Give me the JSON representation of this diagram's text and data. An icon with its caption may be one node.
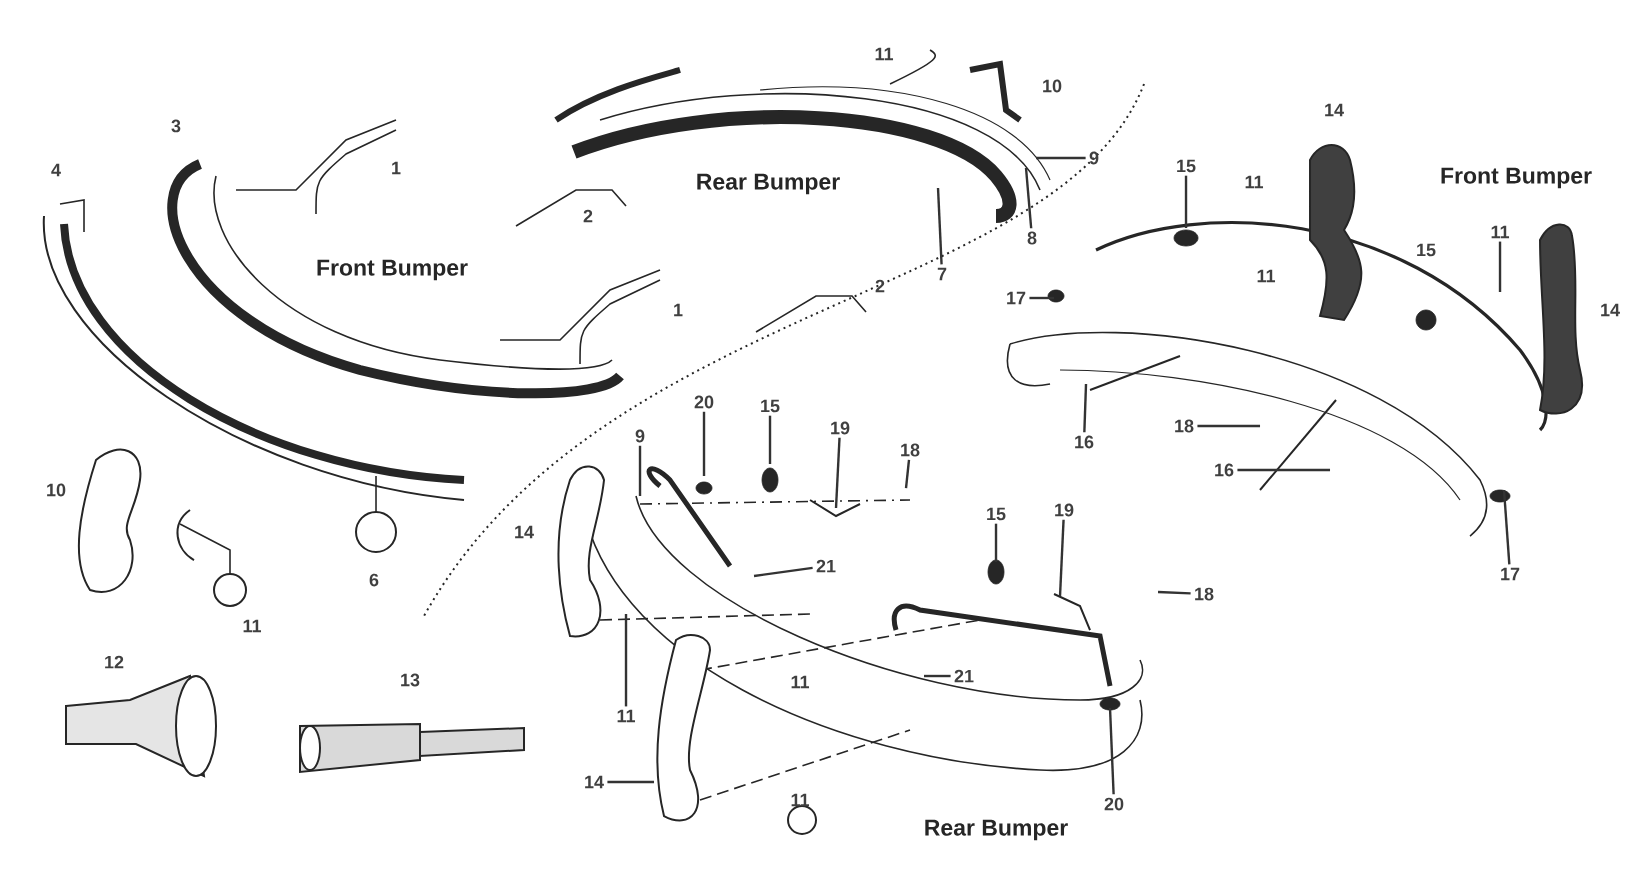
{
  "diagram": {
    "nodes": [
      {
        "text": [
          "9"
        ]
      },
      {
        "text": [
          "7"
        ]
      },
      {
        "text": [
          "8"
        ]
      },
      {
        "text": [
          "15"
        ]
      },
      {
        "text": [
          "11"
        ]
      },
      {
        "text": [
          "17"
        ]
      },
      {
        "text": [
          "16"
        ]
      },
      {
        "text": [
          "18"
        ]
      },
      {
        "text": [
          "16"
        ]
      },
      {
        "text": [
          "17"
        ]
      },
      {
        "text": [
          "20"
        ]
      },
      {
        "text": [
          "15"
        ]
      },
      {
        "text": [
          "9"
        ]
      },
      {
        "text": [
          "19"
        ]
      },
      {
        "text": [
          "18"
        ]
      },
      {
        "text": [
          "21"
        ]
      },
      {
        "text": [
          "11"
        ]
      },
      {
        "text": [
          "15"
        ]
      },
      {
        "text": [
          "19"
        ]
      },
      {
        "text": [
          "18"
        ]
      },
      {
        "text": [
          "21"
        ]
      },
      {
        "text": [
          "14"
        ]
      },
      {
        "text": [
          "20"
        ]
      }
    ],
    "edges": [
      {
        "from": 0,
        "to": null,
        "arrow": "none"
      },
      {
        "from": 1,
        "to": null,
        "arrow": "none"
      },
      {
        "from": 2,
        "to": null,
        "arrow": "none"
      },
      {
        "from": 3,
        "to": null,
        "arrow": "none"
      },
      {
        "from": 4,
        "to": null,
        "arrow": "none"
      },
      {
        "from": 5,
        "to": null,
        "arrow": "none"
      },
      {
        "from": 6,
        "to": null,
        "arrow": "none"
      },
      {
        "from": 7,
        "to": null,
        "arrow": "none"
      },
      {
        "from": 8,
        "to": null,
        "arrow": "none"
      },
      {
        "from": 9,
        "to": null,
        "arrow": "none"
      },
      {
        "from": 10,
        "to": null,
        "arrow": "none"
      },
      {
        "from": 11,
        "to": null,
        "arrow": "none"
      },
      {
        "from": 12,
        "to": null,
        "arrow": "none"
      },
      {
        "from": 13,
        "to": null,
        "arrow": "none"
      },
      {
        "from": 14,
        "to": null,
        "arrow": "none"
      },
      {
        "from": 15,
        "to": null,
        "arrow": "none"
      },
      {
        "from": 16,
        "to": null,
        "arrow": "none"
      },
      {
        "from": 17,
        "to": null,
        "arrow": "none"
      },
      {
        "from": 18,
        "to": null,
        "arrow": "none"
      },
      {
        "from": 19,
        "to": null,
        "arrow": "none"
      },
      {
        "from": 20,
        "to": null,
        "arrow": "none"
      },
      {
        "from": 21,
        "to": null,
        "arrow": "none"
      },
      {
        "from": 22,
        "to": null,
        "arrow": "none"
      }
    ],
    "labels": [
      "11",
      "10",
      "14",
      "3",
      "4",
      "1",
      "Rear Bumper",
      "Front Bumper",
      "11",
      "2",
      "15",
      "Front Bumper",
      "11",
      "2",
      "1",
      "14",
      "10",
      "14",
      "6",
      "11",
      "12",
      "13",
      "11",
      "11",
      "Rear Bumper"
    ]
  }
}
